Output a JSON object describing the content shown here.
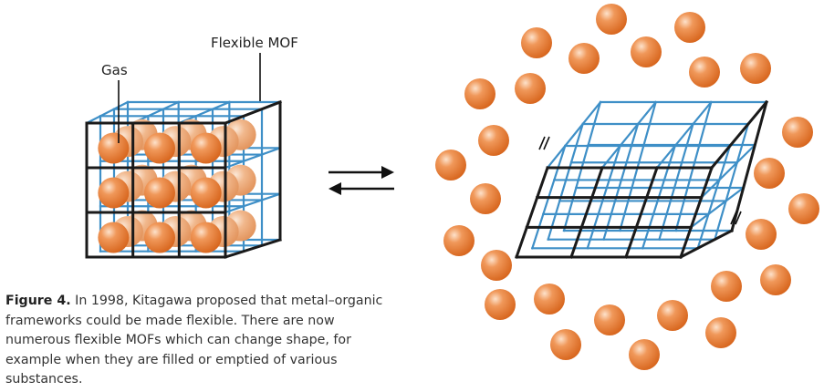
{
  "labels": {
    "gas": "Gas",
    "flexible_mof": "Flexible MOF"
  },
  "caption": {
    "prefix": "Figure 4.",
    "text": " In 1998, Kitagawa proposed that metal–organic frameworks could be made flexible. There are now numerous flexible MOFs which can change shape, for example when they are filled or emptied of various substances."
  },
  "colors": {
    "frame_front": "#1a1a1a",
    "frame_back": "#3e8fc7",
    "sphere": "#e8803a",
    "sphere_highlight": "#f7c9a2"
  },
  "icons": {
    "equilibrium": "equilibrium-arrows-icon"
  }
}
